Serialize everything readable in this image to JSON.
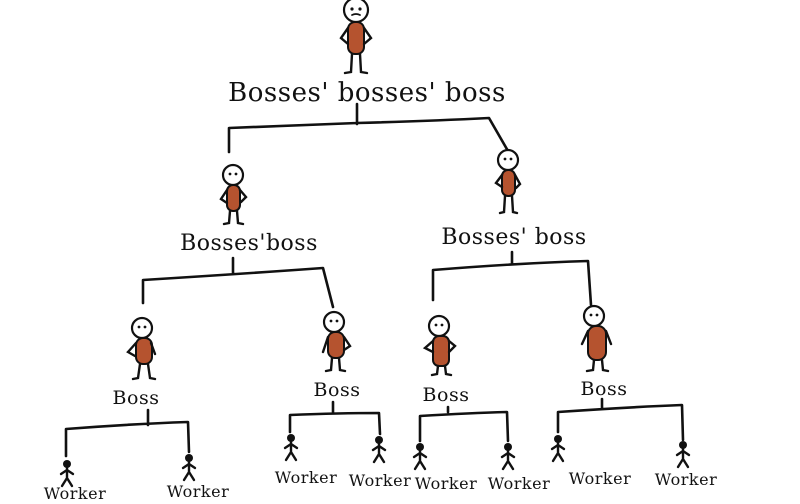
{
  "diagram": {
    "root": {
      "label": "Bosses' bosses' boss"
    },
    "level2": [
      {
        "label": "Bosses'boss"
      },
      {
        "label": "Bosses' boss"
      }
    ],
    "level3": [
      {
        "label": "Boss"
      },
      {
        "label": "Boss"
      },
      {
        "label": "Boss"
      },
      {
        "label": "Boss"
      }
    ],
    "workers": [
      {
        "label": "Worker"
      },
      {
        "label": "Worker"
      },
      {
        "label": "Worker"
      },
      {
        "label": "Worker"
      },
      {
        "label": "Worker"
      },
      {
        "label": "Worker"
      },
      {
        "label": "Worker"
      },
      {
        "label": "Worker"
      }
    ]
  },
  "colors": {
    "body_fill": "#B5532F",
    "ink": "#111111",
    "background": "#FFFFFF"
  }
}
